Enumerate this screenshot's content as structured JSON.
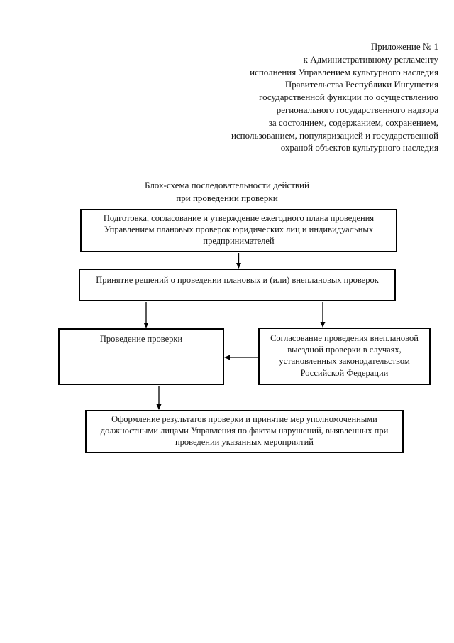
{
  "page": {
    "background_color": "#ffffff",
    "text_color": "#151515",
    "box_border_color": "#000000",
    "arrow_color": "#000000"
  },
  "header": {
    "lines": [
      "Приложение № 1",
      "к Административному регламенту",
      "исполнения Управлением культурного наследия",
      "Правительства Республики Ингушетия",
      "государственной функции по осуществлению",
      "регионального государственного надзора",
      "за состоянием, содержанием, сохранением,",
      "использованием, популяризацией и государственной",
      "охраной объектов культурного наследия"
    ]
  },
  "title": {
    "line1": "Блок-схема последовательности действий",
    "line2": "при проведении проверки"
  },
  "flowchart": {
    "boxes": {
      "plan": "Подготовка, согласование и утверждение ежегодного плана проведения Управлением плановых проверок юридических лиц и индивидуальных предпринимателей",
      "decision": "Принятие решений о проведении плановых и (или) внеплановых проверок",
      "inspection": "Проведение проверки",
      "approval": "Согласование проведения внеплановой выездной проверки в случаях, установленных законодательством Российской Федерации",
      "results": "Оформление результатов проверки и принятие мер уполномоченными должностными лицами Управления по фактам нарушений, выявленных при проведении указанных мероприятий"
    },
    "connections": [
      "plan → decision",
      "decision → inspection",
      "decision → approval",
      "approval → inspection",
      "inspection → results"
    ]
  }
}
